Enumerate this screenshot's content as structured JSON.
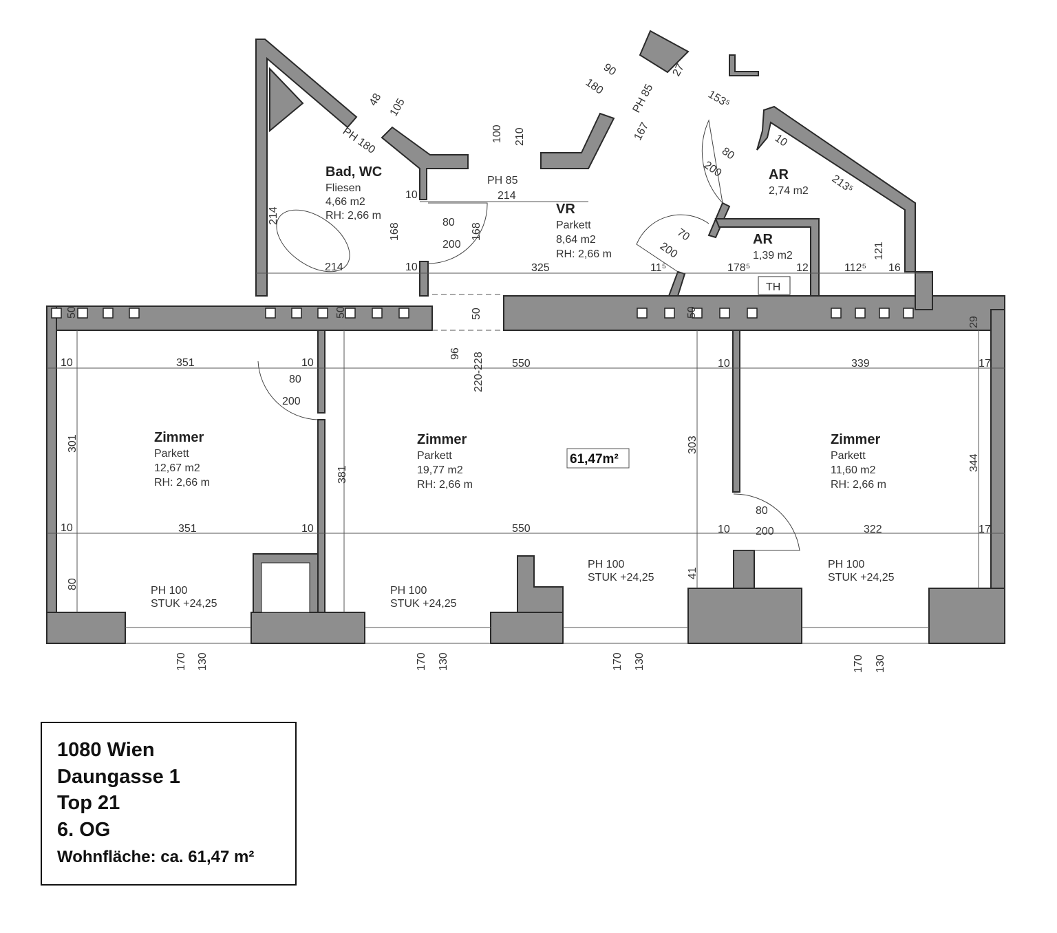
{
  "colors": {
    "wall": "#8e8e8e",
    "line": "#2a2a2a"
  },
  "rooms": {
    "bad": {
      "name": "Bad, WC",
      "floor": "Fliesen",
      "area": "4,66 m2",
      "height": "RH: 2,66 m"
    },
    "vr": {
      "name": "VR",
      "floor": "Parkett",
      "area": "8,64 m2",
      "height": "RH: 2,66 m"
    },
    "ar1": {
      "name": "AR",
      "area": "2,74 m2"
    },
    "ar2": {
      "name": "AR",
      "area": "1,39 m2"
    },
    "z1": {
      "name": "Zimmer",
      "floor": "Parkett",
      "area": "12,67 m2",
      "height": "RH: 2,66 m"
    },
    "z2": {
      "name": "Zimmer",
      "floor": "Parkett",
      "area": "19,77 m2",
      "height": "RH: 2,66 m"
    },
    "z3": {
      "name": "Zimmer",
      "floor": "Parkett",
      "area": "11,60 m2",
      "height": "RH: 2,66 m"
    }
  },
  "total_area": "61,47m²",
  "th_label": "TH",
  "windows": {
    "ph": "PH 100",
    "stuk": "STUK +24,25",
    "w1": "170",
    "w2": "130"
  },
  "dims": {
    "d48": "48",
    "d105": "105",
    "ph180": "PH 180",
    "d100": "100",
    "d210": "210",
    "d90": "90",
    "d180": "180",
    "ph85a": "PH 85",
    "d167": "167",
    "d27": "27",
    "d1535": "153⁵",
    "d10a": "10",
    "d2135": "213⁵",
    "ph85b": "PH 85",
    "d214a": "214",
    "d10b": "10",
    "d80": "80",
    "d200": "200",
    "d168a": "168",
    "d168b": "168",
    "d214b": "214",
    "d214c": "214",
    "d10c": "10",
    "d325": "325",
    "d11": "11⁵",
    "d1785": "178⁵",
    "d12": "12",
    "d1125": "112⁵",
    "d16": "16",
    "d121": "121",
    "d70": "70",
    "d29": "29",
    "d50": "50",
    "d96": "96",
    "d220": "220-228",
    "d351": "351",
    "d301": "301",
    "d381": "381",
    "d550": "550",
    "d303": "303",
    "d339": "339",
    "d17": "17",
    "d344": "344",
    "d322": "322",
    "d41": "41"
  },
  "info": {
    "line1": "1080 Wien",
    "line2": "Daungasse 1",
    "line3": "Top 21",
    "line4": "6. OG",
    "area": "Wohnfläche: ca. 61,47 m²"
  }
}
